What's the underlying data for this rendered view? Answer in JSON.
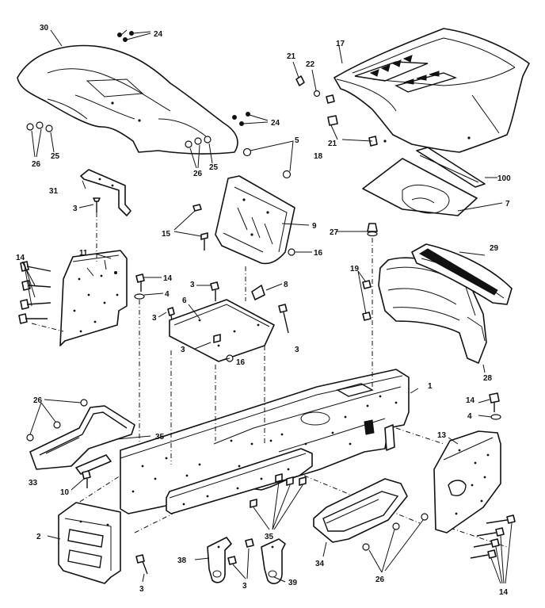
{
  "callouts": {
    "c30": "30",
    "c24a": "24",
    "c17": "17",
    "c21a": "21",
    "c22": "22",
    "c5": "5",
    "c26a": "26",
    "c25a": "25",
    "c24b": "24",
    "c26b": "26",
    "c25b": "25",
    "c18": "18",
    "c21b": "21",
    "c100": "100",
    "c7": "7",
    "c31": "31",
    "c3a": "3",
    "c9": "9",
    "c15": "15",
    "c27": "27",
    "c16a": "16",
    "c29": "29",
    "c14a": "14",
    "c11": "11",
    "c14b": "14",
    "c4a": "4",
    "c3b": "3",
    "c8": "8",
    "c19": "19",
    "c6": "6",
    "c3c": "3",
    "c3d": "3",
    "c3e": "3",
    "c16b": "16",
    "c28": "28",
    "c1": "1",
    "c26c": "26",
    "c14c": "14",
    "c4b": "4",
    "c35a": "35",
    "c13": "13",
    "c33": "33",
    "c10": "10",
    "c2": "2",
    "c35b": "35",
    "c34": "34",
    "c26d": "26",
    "c14d": "14",
    "c38": "38",
    "c3f": "3",
    "c39": "39",
    "c3g": "3"
  }
}
